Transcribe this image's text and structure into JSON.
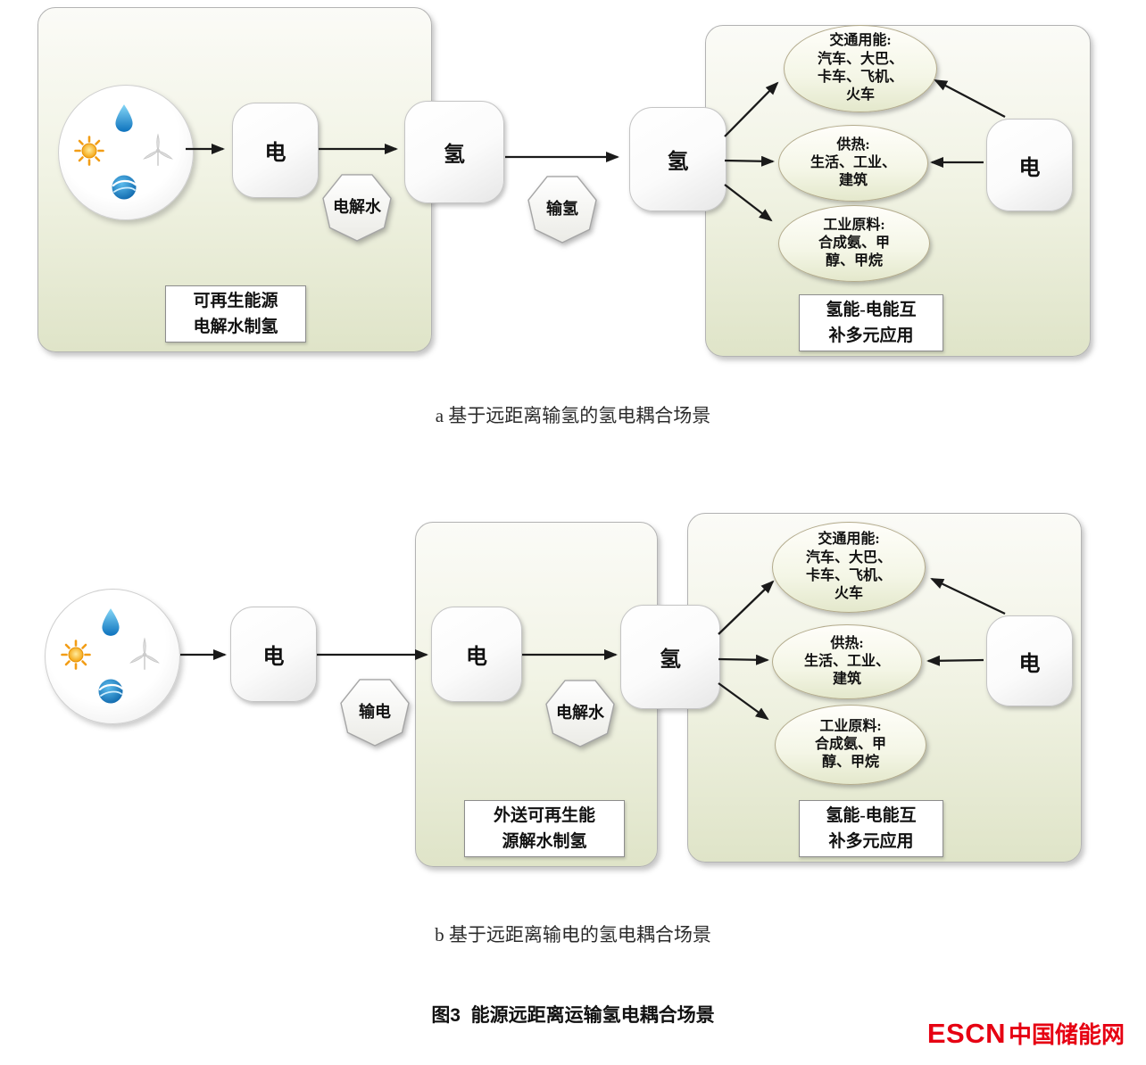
{
  "scenario_a": {
    "caption": "a 基于远距离输氢的氢电耦合场景",
    "source_panel_label": [
      "可再生能源",
      "电解水制氢"
    ],
    "node_electricity": "电",
    "node_hydrogen_out": "氢",
    "node_hydrogen_in": "氢",
    "node_electricity_right": "电",
    "process_electrolysis": "电解水",
    "process_h2_transport": "输氢",
    "app_panel_label": [
      "氢能-电能互",
      "补多元应用"
    ],
    "ellipse_transport": [
      "交通用能:",
      "汽车、大巴、",
      "卡车、飞机、",
      "火车"
    ],
    "ellipse_heating": [
      "供热:",
      "生活、工业、",
      "建筑"
    ],
    "ellipse_industry": [
      "工业原料:",
      "合成氨、甲",
      "醇、甲烷"
    ]
  },
  "scenario_b": {
    "caption": "b 基于远距离输电的氢电耦合场景",
    "node_electricity_1": "电",
    "node_electricity_2": "电",
    "node_hydrogen": "氢",
    "node_electricity_right": "电",
    "process_power_transmission": "输电",
    "process_electrolysis": "电解水",
    "mid_panel_label": [
      "外送可再生能",
      "源解水制氢"
    ],
    "app_panel_label": [
      "氢能-电能互",
      "补多元应用"
    ],
    "ellipse_transport": [
      "交通用能:",
      "汽车、大巴、",
      "卡车、飞机、",
      "火车"
    ],
    "ellipse_heating": [
      "供热:",
      "生活、工业、",
      "建筑"
    ],
    "ellipse_industry": [
      "工业原料:",
      "合成氨、甲",
      "醇、甲烷"
    ]
  },
  "figure_caption": "图3  能源远距离运输氢电耦合场景",
  "logo": {
    "escn": "ESCN",
    "site_name": "中国储能网",
    "color": "#e60012"
  },
  "icons": {
    "water_drop": "water-drop-icon",
    "sun": "sun-icon",
    "wind_turbine": "wind-turbine-icon",
    "water_swirl": "water-swirl-icon"
  },
  "colors": {
    "panel_fill_top": "#fbfbf7",
    "panel_fill_bottom": "#dfe4c8",
    "ellipse_border": "#b3ab8c",
    "arrow": "#1a1a1a",
    "logo_red": "#e60012"
  }
}
